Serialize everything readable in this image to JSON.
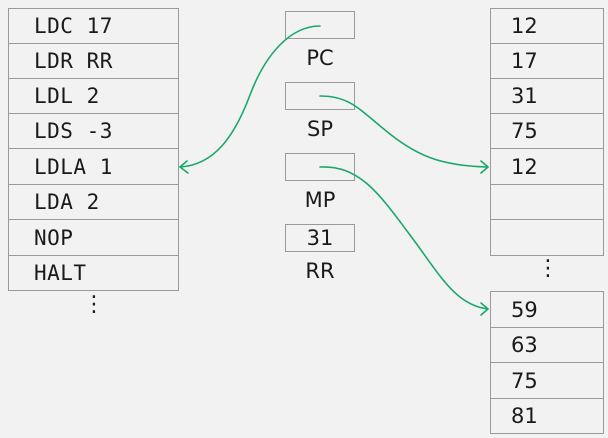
{
  "program": {
    "instructions": [
      "LDC 17",
      "LDR RR",
      "LDL 2",
      "LDS -3",
      "LDLA 1",
      "LDA 2",
      "NOP",
      "HALT"
    ],
    "continuation": "⋮"
  },
  "registers": [
    {
      "name": "PC",
      "value": ""
    },
    {
      "name": "SP",
      "value": ""
    },
    {
      "name": "MP",
      "value": ""
    },
    {
      "name": "RR",
      "value": "31"
    }
  ],
  "stack_top": {
    "values": [
      "12",
      "17",
      "31",
      "75",
      "12",
      "",
      ""
    ]
  },
  "stack_gap": "⋮",
  "stack_bottom": {
    "values": [
      "59",
      "63",
      "75",
      "81"
    ]
  },
  "colors": {
    "arrow": "#1aa86a",
    "border": "#9a9a9a",
    "background": "#f2f2f2"
  }
}
